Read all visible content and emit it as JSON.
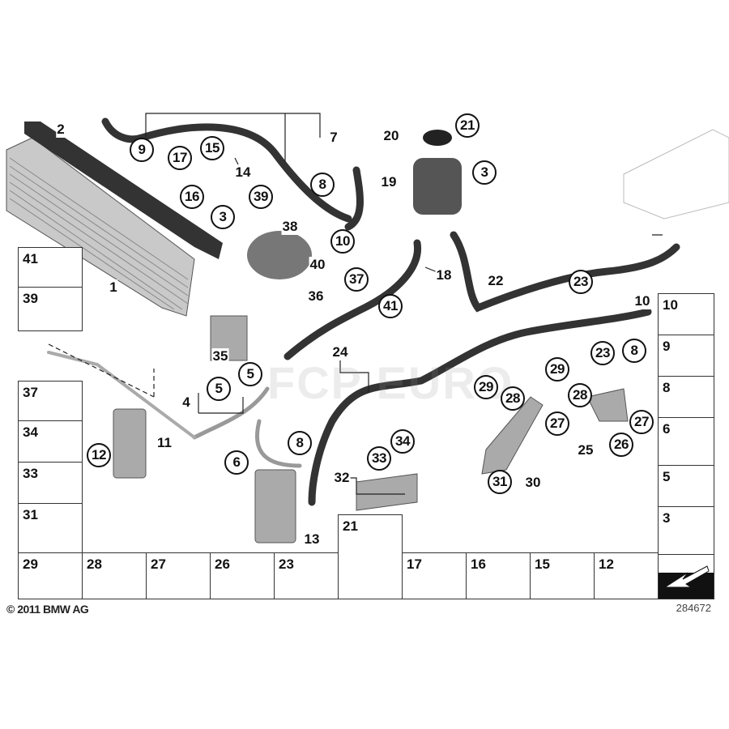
{
  "diagram": {
    "copyright": "© 2011 BMW AG",
    "diagram_number": "284672",
    "watermark": "FCP EURO",
    "callouts": [
      "2",
      "9",
      "17",
      "15",
      "14",
      "16",
      "7",
      "8",
      "20",
      "21",
      "19",
      "3",
      "39",
      "3",
      "38",
      "10",
      "40",
      "1",
      "37",
      "18",
      "22",
      "23",
      "36",
      "41",
      "35",
      "24",
      "5",
      "5",
      "4",
      "10",
      "23",
      "8",
      "29",
      "29",
      "28",
      "28",
      "27",
      "27",
      "25",
      "26",
      "30",
      "31",
      "12",
      "11",
      "6",
      "8",
      "32",
      "33",
      "34",
      "13"
    ],
    "left_column": [
      "41",
      "39",
      "37",
      "34",
      "33",
      "31"
    ],
    "right_column": [
      "10",
      "9",
      "8",
      "6",
      "5",
      "3"
    ],
    "bottom_row": [
      "29",
      "28",
      "27",
      "26",
      "23",
      "21",
      "17",
      "16",
      "15",
      "12"
    ]
  }
}
